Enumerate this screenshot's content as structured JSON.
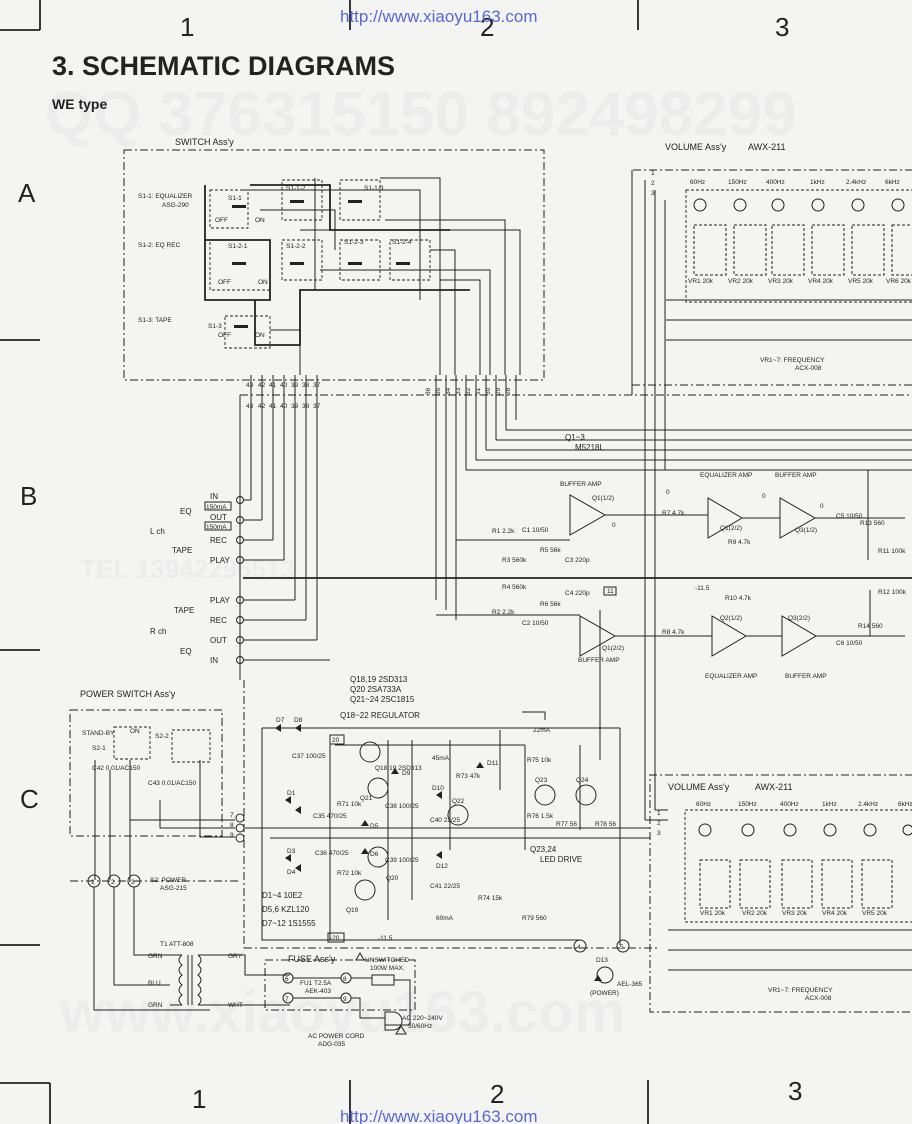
{
  "header": {
    "url": "http://www.xiaoyu163.com",
    "title": "3. SCHEMATIC DIAGRAMS",
    "subtitle": "WE type"
  },
  "grid": {
    "columns": [
      "1",
      "2",
      "3"
    ],
    "rows": [
      "A",
      "B",
      "C"
    ]
  },
  "watermarks": {
    "qq": "QQ 376315150 892498299",
    "tel": "TEL 13942296513",
    "site": "www.xiaoyu163.com"
  },
  "switch_assy": {
    "title": "SWITCH Ass'y",
    "s1_1": "S1-1: EQUALIZER",
    "s1_1_part": "ASG-290",
    "s1_2": "S1-2: EQ REC",
    "s1_3": "S1-3: TAPE",
    "sw_s11": "S1-1",
    "sw_s112": "S1-1-2",
    "sw_s113": "S1-1-3",
    "sw_s21": "S1-2-1",
    "sw_s22": "S1-2-2",
    "sw_s23": "S1-2-3",
    "sw_s24": "S1-2-4",
    "sw_s3": "S1-3",
    "off": "OFF",
    "on": "ON",
    "pins": [
      "43",
      "42",
      "41",
      "40",
      "39",
      "38",
      "37"
    ],
    "pins_b": [
      "36",
      "35",
      "34",
      "33",
      "32",
      "31",
      "30",
      "29",
      "28"
    ]
  },
  "io": {
    "eq": "EQ",
    "in": "IN",
    "out": "OUT",
    "fuse_lbl": "150mA",
    "lch": "L ch",
    "rch": "R ch",
    "tape": "TAPE",
    "rec": "REC",
    "play": "PLAY"
  },
  "amps": {
    "ic": "Q1~3",
    "ic_part": "M5218L",
    "buffer": "BUFFER AMP",
    "equalizer": "EQUALIZER AMP",
    "q1": "Q1(1/2)",
    "q1b": "Q1(2/2)",
    "q2": "Q2(1/2)",
    "q2b": "Q1(2/2)",
    "q3": "Q3(1/2)",
    "q3b": "Q3(2/2)",
    "r1": "R1 2.2k",
    "r2": "R2 2.2k",
    "r3": "R3 560k",
    "r4": "R4 560k",
    "r5": "R5 56k",
    "r6": "R6 56k",
    "r7": "R7 4.7k",
    "r8": "R8 4.7k",
    "r9": "R9 4.7k",
    "r10": "R10 4.7k",
    "r11": "R11 100k",
    "r12": "R12 100k",
    "r13": "R13 560",
    "r14": "R14 560",
    "c1": "C1 10/50",
    "c2": "C2 10/50",
    "c3": "C3 220p",
    "c4": "C4 220p",
    "c5": "C5 10/50",
    "c6": "C6 10/50",
    "v_neg": "-11.5",
    "v_pos": "11",
    "zero": "0"
  },
  "volume_assy": {
    "title": "VOLUME Ass'y",
    "part": "AWX-211",
    "bands": [
      "60Hz",
      "150Hz",
      "400Hz",
      "1kHz",
      "2.4kHz",
      "6kHz"
    ],
    "vrs": [
      "VR1 20k",
      "VR2 20k",
      "VR3 20k",
      "VR4 20k",
      "VR5 20k",
      "VR6 20k"
    ],
    "freq": "VR1~7: FREQUENCY",
    "freq_part": "ACX-008"
  },
  "regulator": {
    "q18": "Q18,19  2SD313",
    "q20": "Q20  2SA733A",
    "q21": "Q21~24  2SC1815",
    "title": "Q18~22  REGULATOR",
    "d1": "D1~4  10E2",
    "d5": "D5,6  KZL120",
    "d7": "D7~12  1S1555",
    "led": "Q23,24",
    "led2": "LED DRIVE",
    "ma22": "22mA",
    "ma45": "45mA",
    "ma60": "60mA",
    "r71": "R71 10k",
    "r72": "R72 10k",
    "r73": "R73 47k",
    "r74": "R74 15k",
    "r75": "R75 10k",
    "r76": "R76 1.5k",
    "r77": "R77 56",
    "r78": "R78 56",
    "r79": "R79 560",
    "c35": "C35 470/25",
    "c36": "C36 470/25",
    "c37": "C37 100/25",
    "c38": "C38 100/25",
    "c39": "C39 100/25",
    "c40": "C40 22/25",
    "c41": "C41 22/25",
    "v20": "20",
    "vn20": "-20",
    "d13": "D13",
    "d13p": "AEL-365",
    "power": "(POWER)"
  },
  "power_switch": {
    "title": "POWER SWITCH Ass'y",
    "standby": "STAND-BY",
    "s2_1": "S2-1",
    "s2_2": "S2-2",
    "c42": "C42 0.01/AC150",
    "c43": "C43 0.01/AC150",
    "s2": "S2: POWER",
    "s2_part": "ASG-215",
    "t1": "T1 ATT-808",
    "grn": "GRN",
    "blu": "BLU",
    "gry": "GRY",
    "wht": "WHT"
  },
  "fuse_assy": {
    "title": "FUSE Ass'y",
    "fu": "FU1 T2.5A",
    "fu_part": "AEK-403",
    "unsw": "UNSWITCHED",
    "unsw2": "100W MAX.",
    "ac": "AC 220~240V",
    "hz": "50/60Hz",
    "cord": "AC POWER CORD",
    "cord_part": "ADG-035"
  }
}
